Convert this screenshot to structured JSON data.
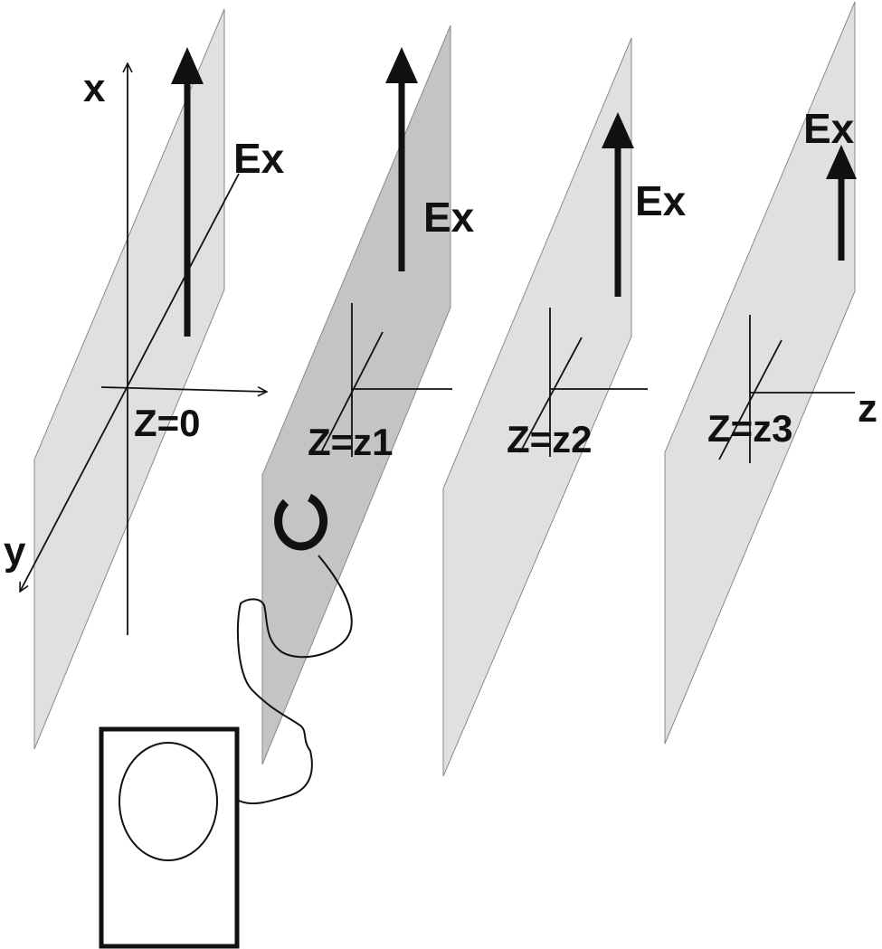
{
  "axes": {
    "x_label": "x",
    "y_label": "y",
    "z_label": "z"
  },
  "planes": [
    {
      "z_label": "Z=0",
      "field_label": "Ex",
      "shaded": false
    },
    {
      "z_label": "Z=z1",
      "field_label": "Ex",
      "shaded": true
    },
    {
      "z_label": "Z=z2",
      "field_label": "Ex",
      "shaded": false
    },
    {
      "z_label": "Z=z3",
      "field_label": "Ex",
      "shaded": false
    }
  ],
  "colors": {
    "plane_light": "#e0e0e0",
    "plane_dark": "#c4c4c4",
    "plane_edge": "#8a8a8a",
    "ink": "#111111"
  },
  "icons": {
    "probe": "loop-antenna-icon",
    "receiver": "oscilloscope-icon"
  }
}
